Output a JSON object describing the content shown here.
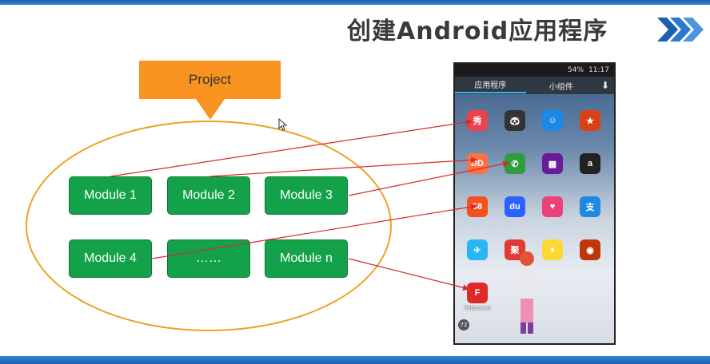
{
  "slide": {
    "title": "创建Android应用程序"
  },
  "diagram": {
    "project_label": "Project",
    "modules": [
      {
        "label": "Module 1"
      },
      {
        "label": "Module 2"
      },
      {
        "label": "Module 3"
      },
      {
        "label": "Module 4"
      },
      {
        "label": "……"
      },
      {
        "label": "Module n"
      }
    ]
  },
  "phone": {
    "status_time": "11:17",
    "status_battery": "54%",
    "tabs": [
      "应用程序",
      "小组件"
    ],
    "badge": "72",
    "apps": [
      {
        "label": "",
        "icon": "red-circle-app",
        "color": "#e8434f",
        "glyph": "秀"
      },
      {
        "label": "",
        "icon": "panda-app",
        "color": "#333333",
        "glyph": "🐼"
      },
      {
        "label": "",
        "icon": "blue-chat-app",
        "color": "#1e88e5",
        "glyph": "☺"
      },
      {
        "label": "",
        "icon": "game-app",
        "color": "#d84315",
        "glyph": "★"
      },
      {
        "label": "",
        "icon": "dd-app",
        "color": "#ff7043",
        "glyph": "DD"
      },
      {
        "label": "",
        "icon": "phone-app",
        "color": "#2e9d3e",
        "glyph": "✆"
      },
      {
        "label": "",
        "icon": "puzzle-app",
        "color": "#6a1b9a",
        "glyph": "▦"
      },
      {
        "label": "",
        "icon": "amazon-app",
        "color": "#222222",
        "glyph": "a"
      },
      {
        "label": "",
        "icon": "58-app",
        "color": "#f4511e",
        "glyph": "58"
      },
      {
        "label": "",
        "icon": "baidu-app",
        "color": "#2962ff",
        "glyph": "du"
      },
      {
        "label": "",
        "icon": "pink-app",
        "color": "#ec407a",
        "glyph": "♥"
      },
      {
        "label": "",
        "icon": "alipay-app",
        "color": "#1e88e5",
        "glyph": "支"
      },
      {
        "label": "",
        "icon": "bird-app",
        "color": "#29b6f6",
        "glyph": "✈"
      },
      {
        "label": "",
        "icon": "ju-app",
        "color": "#e53935",
        "glyph": "聚"
      },
      {
        "label": "",
        "icon": "bulb-app",
        "color": "#fdd835",
        "glyph": "♦"
      },
      {
        "label": "",
        "icon": "music-app",
        "color": "#bf360c",
        "glyph": "◉"
      },
      {
        "label": "Flipboard",
        "icon": "flipboard-app",
        "color": "#e12828",
        "glyph": "F"
      }
    ]
  },
  "colors": {
    "orange": "#f7931e",
    "green": "#13a24a",
    "ellipse": "#f0a020",
    "arrow": "#d62b2b",
    "header_blue": "#1a5fb4"
  }
}
